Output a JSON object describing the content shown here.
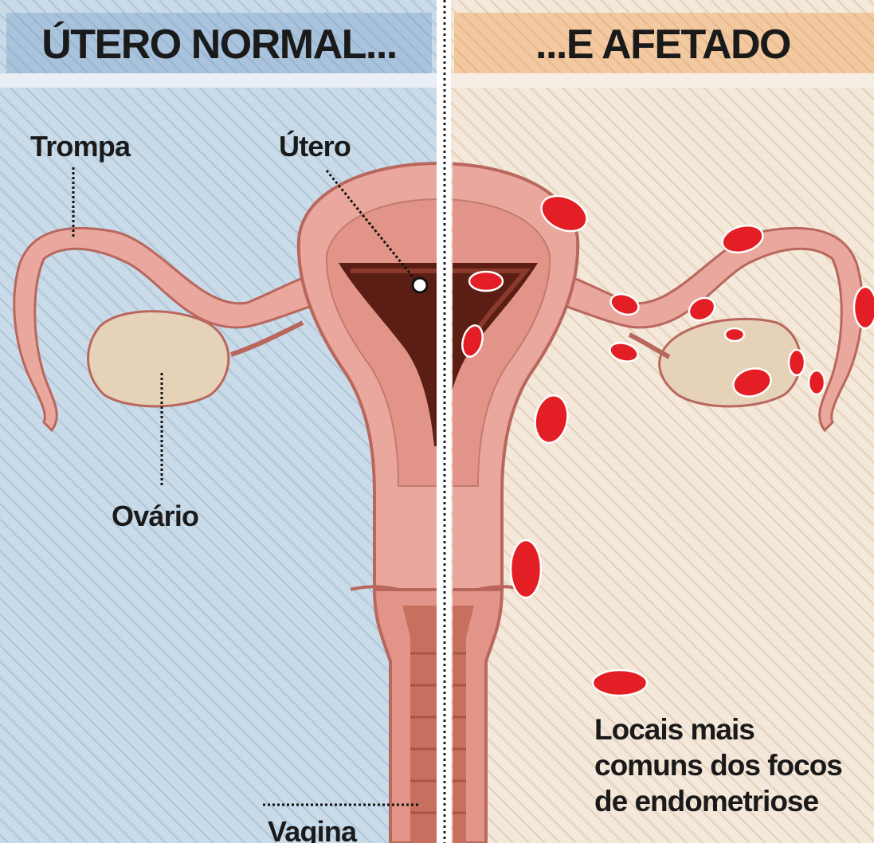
{
  "headers": {
    "left": "ÚTERO NORMAL...",
    "right": "...E AFETADO"
  },
  "labels": {
    "trompa": "Trompa",
    "utero": "Útero",
    "ovario": "Ovário",
    "vagina": "Vagina"
  },
  "legend": {
    "line1": "Locais mais",
    "line2": "comuns dos focos",
    "line3": "de endometriose"
  },
  "colors": {
    "left_panel": "#c9dbe8",
    "left_header": "#a9c3dc",
    "right_panel": "#f3e5d5",
    "right_header": "#f2c9a0",
    "tissue": "#e9a79d",
    "tissue_edge": "#b9675d",
    "cavity": "#5a1e14",
    "ovary": "#e5d2b8",
    "lesion": "#e31e24"
  },
  "icons": {
    "lesion_marker": "red-oval-icon"
  }
}
